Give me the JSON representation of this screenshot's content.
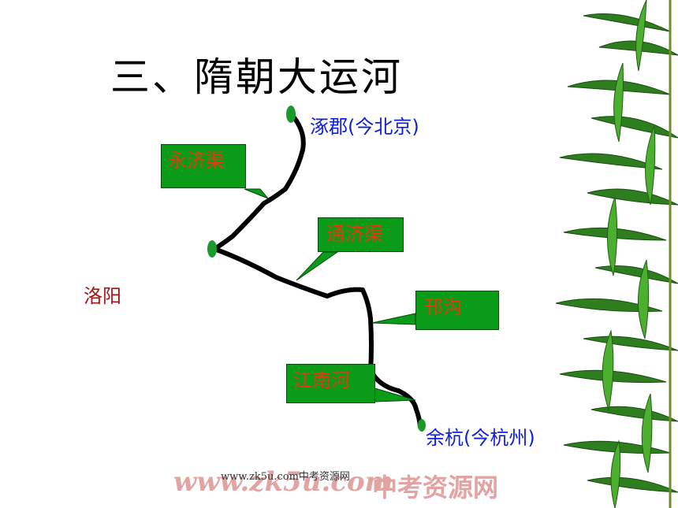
{
  "title": "三、隋朝大运河",
  "cities": {
    "north": "涿郡(今北京)",
    "west": "洛阳",
    "south": "余杭(今杭州)"
  },
  "canals": {
    "yongji": "永济渠",
    "tongji": "通济渠",
    "hangou": "邗沟",
    "jiangnan": "江南河"
  },
  "watermark": {
    "small": "www.zk5u.com中考资源网",
    "big_latin": "www.zk5u.com",
    "big_cn": "中考资源网"
  },
  "colors": {
    "box_fill": "#0a9b18",
    "box_text": "#e8390e",
    "city_blue": "#1020d8",
    "city_red": "#a31515",
    "canal_line": "#000000",
    "node_fill": "#1a9a2a"
  }
}
